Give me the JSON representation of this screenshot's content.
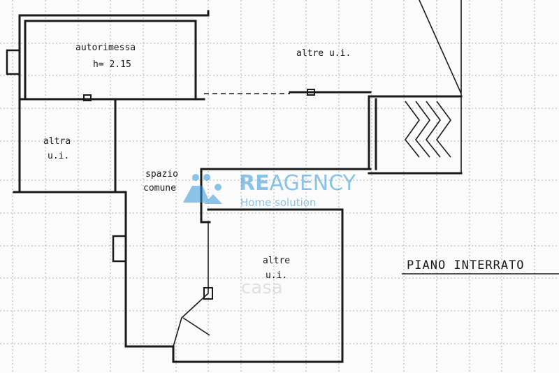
{
  "rooms": {
    "autorimessa": "autorimessa",
    "autorimessa_height": "h= 2.15",
    "altre_top": "altre u.i.",
    "altra_line1": "altra",
    "altra_line2": "u.i.",
    "spazio_line1": "spazio",
    "spazio_line2": "comune",
    "altre_bottom_line1": "altre",
    "altre_bottom_line2": "u.i."
  },
  "plan_title": "PIANO INTERRATO",
  "watermark": {
    "brand_prefix": "RE",
    "brand_rest": "AGENCY",
    "tagline": "Home solution",
    "ghost_text": "casa"
  },
  "colors": {
    "watermark": "#2f95d9",
    "ink": "#1a1a1a",
    "grid": "#9a9a9a"
  }
}
